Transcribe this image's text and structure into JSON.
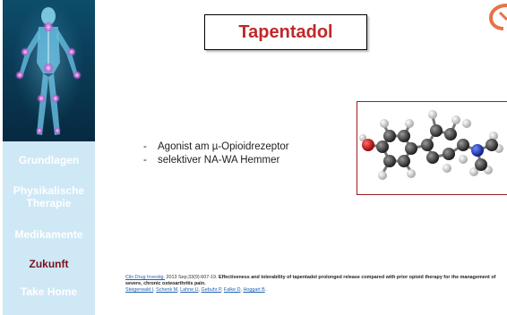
{
  "title": "Tapentadol",
  "sidebar": {
    "items": [
      {
        "label": "Grundlagen"
      },
      {
        "label": "Physikalische Therapie"
      },
      {
        "label": "Medikamente"
      },
      {
        "label": "Zukunft",
        "active": true
      },
      {
        "label": "Take Home"
      }
    ]
  },
  "bullets": [
    "Agonist am µ-Opioidrezeptor",
    "selektiver NA-WA Hemmer"
  ],
  "bullet_marker": "-",
  "reference": {
    "journal_link": "Clin Drug Investig.",
    "citation": " 2013 Sep;33(9):607-19. ",
    "title": "Effectiveness and tolerability of tapentadol prolonged release compared with prior opioid therapy for the management of severe, chronic osteoarthritis pain.",
    "authors": [
      "Steigerwald I",
      "Schenk M",
      "Lahne U",
      "Gebuhr P",
      "Falke D",
      "Hoggart B"
    ]
  },
  "colors": {
    "title_text": "#c0282b",
    "sidebar_nav_bg": "#cfe8f5",
    "active_nav": "#7a1020",
    "link": "#1f5fb0",
    "molecule_border": "#9a1e20"
  },
  "icons": [
    "human-body-icon",
    "logo-icon",
    "molecule-icon"
  ]
}
